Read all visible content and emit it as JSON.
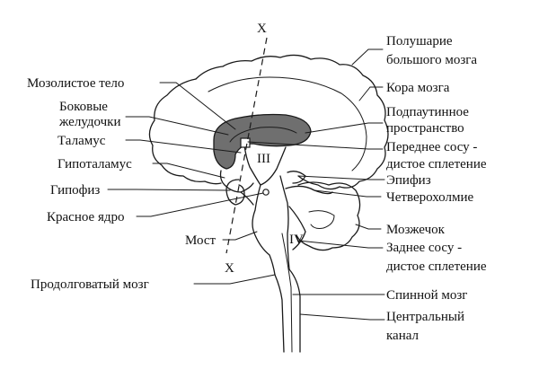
{
  "axis_label_top": "X",
  "axis_label_bottom": "X",
  "ventricle_labels": {
    "third": "III",
    "fourth": "IV"
  },
  "labels_left": {
    "corpus_callosum": "Мозолистое тело",
    "lateral_ventricles_1": "Боковые",
    "lateral_ventricles_2": "желудочки",
    "thalamus": "Таламус",
    "hypothalamus": "Гипоталамус",
    "pituitary": "Гипофиз",
    "red_nucleus": "Красное ядро",
    "pons": "Мост",
    "medulla": "Продолговатый мозг"
  },
  "labels_right": {
    "hemisphere_1": "Полушарие",
    "hemisphere_2": "большого мозга",
    "cortex": "Кора мозга",
    "subarachnoid_1": "Подпаутинное",
    "subarachnoid_2": "пространство",
    "anterior_plexus_1": "Переднее сосу -",
    "anterior_plexus_2": "дистое сплетение",
    "epiphysis": "Эпифиз",
    "quadrigemina": "Четверохолмие",
    "cerebellum": "Мозжечок",
    "posterior_plexus_1": "Заднее сосу -",
    "posterior_plexus_2": "дистое сплетение",
    "spinal_cord": "Спинной мозг",
    "central_canal_1": "Центральный",
    "central_canal_2": "канал"
  },
  "colors": {
    "ink": "#1a1a1a",
    "ventricle_fill": "#6f6f6f",
    "background": "#ffffff"
  }
}
